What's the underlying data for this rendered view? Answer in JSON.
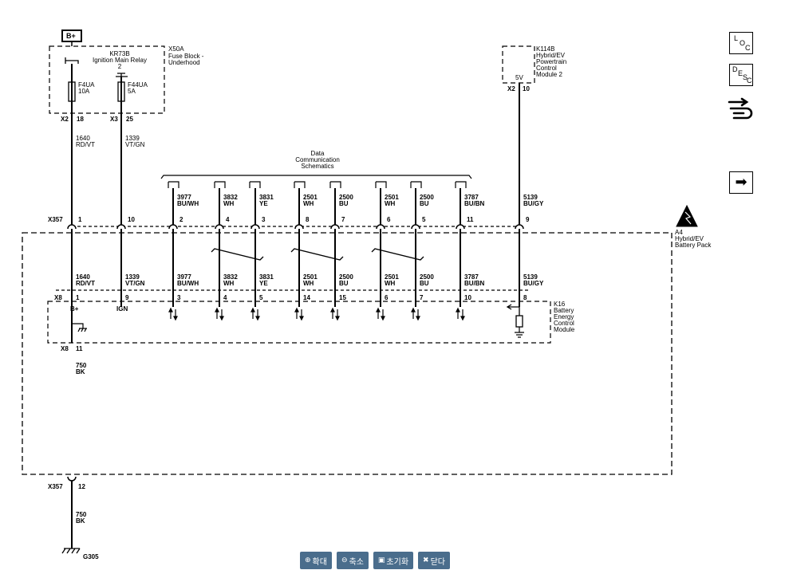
{
  "power_label": "B+",
  "ground_label": "G305",
  "fuse_block": {
    "connector": "X50A",
    "name_line1": "Fuse Block -",
    "name_line2": "Underhood"
  },
  "relay": {
    "name": "KR73B",
    "desc": "Ignition Main Relay",
    "num": "2"
  },
  "fuses": [
    {
      "name": "F4UA",
      "rating": "10A",
      "conn": "X2",
      "pin": "18"
    },
    {
      "name": "F44UA",
      "rating": "5A",
      "conn": "X3",
      "pin": "25"
    }
  ],
  "pcm": {
    "id": "K114B",
    "line1": "Hybrid/EV",
    "line2": "Powertrain",
    "line3": "Control",
    "line4": "Module 2",
    "pin_label": "5V",
    "conn": "X2",
    "pin": "10"
  },
  "data_comm": {
    "line1": "Data",
    "line2": "Communication",
    "line3": "Schematics"
  },
  "top_wires": [
    {
      "circuit": "1640",
      "color": "RD/VT"
    },
    {
      "circuit": "1339",
      "color": "VT/GN"
    },
    {
      "circuit": "3977",
      "color": "BU/WH"
    },
    {
      "circuit": "3832",
      "color": "WH"
    },
    {
      "circuit": "3831",
      "color": "YE"
    },
    {
      "circuit": "2501",
      "color": "WH"
    },
    {
      "circuit": "2500",
      "color": "BU"
    },
    {
      "circuit": "2501",
      "color": "WH"
    },
    {
      "circuit": "2500",
      "color": "BU"
    },
    {
      "circuit": "3787",
      "color": "BU/BN"
    },
    {
      "circuit": "5139",
      "color": "BU/GY"
    }
  ],
  "x357": {
    "conn": "X357",
    "pins": [
      "1",
      "10",
      "2",
      "4",
      "3",
      "8",
      "7",
      "6",
      "5",
      "11",
      "9"
    ],
    "ground_pin": "12"
  },
  "battery_pack": {
    "id": "A4",
    "line1": "Hybrid/EV",
    "line2": "Battery Pack"
  },
  "inner_wires": [
    {
      "circuit": "1640",
      "color": "RD/VT"
    },
    {
      "circuit": "1339",
      "color": "VT/GN"
    },
    {
      "circuit": "3977",
      "color": "BU/WH"
    },
    {
      "circuit": "3832",
      "color": "WH"
    },
    {
      "circuit": "3831",
      "color": "YE"
    },
    {
      "circuit": "2501",
      "color": "WH"
    },
    {
      "circuit": "2500",
      "color": "BU"
    },
    {
      "circuit": "2501",
      "color": "WH"
    },
    {
      "circuit": "2500",
      "color": "BU"
    },
    {
      "circuit": "3787",
      "color": "BU/BN"
    },
    {
      "circuit": "5139",
      "color": "BU/GY"
    }
  ],
  "x8": {
    "conn": "X8",
    "pins": [
      "1",
      "9",
      "3",
      "4",
      "5",
      "14",
      "15",
      "6",
      "7",
      "10",
      "8"
    ],
    "ground_conn": "X8",
    "ground_pin": "11"
  },
  "module_pin_labels": {
    "bplus": "B+",
    "ign": "IGN"
  },
  "bms": {
    "id": "K16",
    "line1": "Battery",
    "line2": "Energy",
    "line3": "Control",
    "line4": "Module"
  },
  "ground_wires": [
    {
      "circuit": "750",
      "color": "BK"
    },
    {
      "circuit": "750",
      "color": "BK"
    }
  ],
  "side_buttons": {
    "loc": {
      "a": "L",
      "b": "O",
      "c": "C"
    },
    "desc": {
      "a": "D",
      "b": "E",
      "c": "S",
      "d": "C"
    },
    "next_arrow": "➡"
  },
  "toolbar": {
    "zoom_in": "확대",
    "zoom_out": "축소",
    "reset": "초기화",
    "close": "닫다"
  }
}
